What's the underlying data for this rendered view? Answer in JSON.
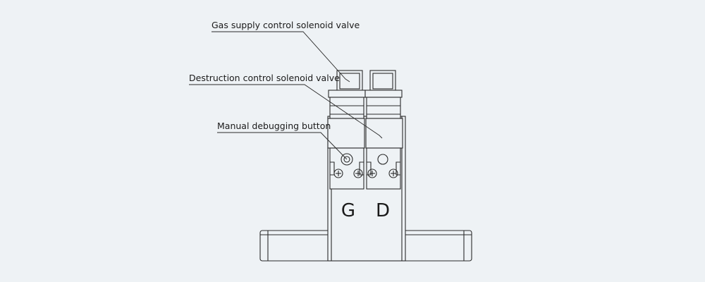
{
  "annotations": {
    "gas_supply": "Gas supply control solenoid valve",
    "destruction": "Destruction control solenoid valve",
    "manual": "Manual debugging button"
  },
  "valve_letters": {
    "left": "G",
    "right": "D"
  },
  "colors": {
    "background": "#eef2f5",
    "stroke": "#2a2a2a"
  }
}
